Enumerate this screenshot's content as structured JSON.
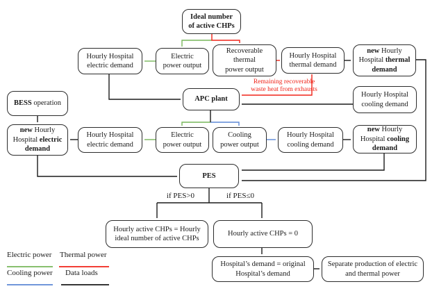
{
  "diagram": {
    "boxes": {
      "ideal": {
        "l1": "Ideal number",
        "l2": "of active CHPs"
      },
      "hh_elec_top": {
        "l1": "Hourly Hospital",
        "l2": "electric demand"
      },
      "elec_out_top": {
        "l1": "Electric",
        "l2": "power output"
      },
      "recoverable": {
        "l1": "Recoverable",
        "l2": "thermal",
        "l3": "power output"
      },
      "hh_therm": {
        "l1": "Hourly Hospital",
        "l2": "thermal demand"
      },
      "new_therm": {
        "l1b": "new",
        "l1n": " Hourly",
        "l2n": "Hospital ",
        "l2b": "thermal",
        "l3b": "demand"
      },
      "bess": {
        "b": "BESS",
        "n": " operation"
      },
      "apc": {
        "l1": "APC plant"
      },
      "hh_cool_src": {
        "l1": "Hourly Hospital",
        "l2": "cooling demand"
      },
      "new_elec": {
        "l1b": "new",
        "l1n": " Hourly",
        "l2n": "Hospital ",
        "l2b": "electric",
        "l3b": "demand"
      },
      "hh_elec_bot": {
        "l1": "Hourly Hospital",
        "l2": "electric demand"
      },
      "elec_out_bot": {
        "l1": "Electric",
        "l2": "power output"
      },
      "cool_out": {
        "l1": "Cooling",
        "l2": "power output"
      },
      "hh_cool_bot": {
        "l1": "Hourly Hospital",
        "l2": "cooling demand"
      },
      "new_cool": {
        "l1b": "new",
        "l1n": " Hourly",
        "l2n": "Hospital ",
        "l2b": "cooling",
        "l3b": "demand"
      },
      "pes": {
        "l1": "PES"
      },
      "chps_ideal": {
        "l1": "Hourly active CHPs = Hourly",
        "l2": "ideal number of active CHPs"
      },
      "chps_zero": {
        "l1": "Hourly active CHPs = 0"
      },
      "hosp_orig": {
        "l1": "Hospital’s demand = original",
        "l2": "Hospital’s demand"
      },
      "separate": {
        "l1": "Separate production of electric",
        "l2": "and thermal power"
      }
    },
    "labels": {
      "remaining_l1": "Remaining recoverable",
      "remaining_l2": "waste heat from exhausts",
      "if_positive": "if PES>0",
      "if_negative": "if PES≤0"
    }
  },
  "legend": {
    "electric": "Electric power",
    "thermal": "Thermal power",
    "cooling": "Cooling power",
    "data": "Data loads"
  },
  "colors": {
    "electric": "#77b75a",
    "thermal": "#f02318",
    "cooling": "#5b87d5",
    "data": "#1a1a1a"
  }
}
